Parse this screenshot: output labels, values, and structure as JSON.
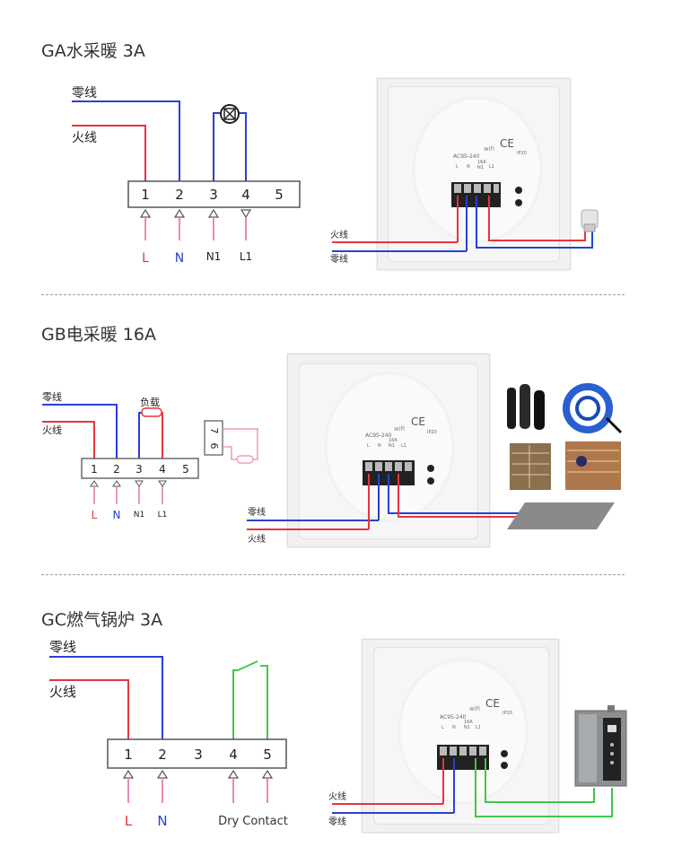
{
  "sections": [
    {
      "id": "ga",
      "title": "GA水采暖 3A",
      "wire_labels": {
        "neutral": "零线",
        "live": "火线"
      },
      "terminals": [
        "1",
        "2",
        "3",
        "4",
        "5"
      ],
      "bottom_labels": [
        "L",
        "N",
        "N1",
        "L1"
      ],
      "device_wire_labels": {
        "live": "火线",
        "neutral": "零线"
      },
      "device_text": {
        "voltage": "AC95-240",
        "wifi": "wifi",
        "ce": "CE",
        "ip": "IP20",
        "terms": [
          "L",
          "N",
          "N1",
          "L1"
        ],
        "amp": "16A"
      }
    },
    {
      "id": "gb",
      "title": "GB电采暖 16A",
      "wire_labels": {
        "neutral": "零线",
        "live": "火线",
        "load": "负载"
      },
      "terminals": [
        "1",
        "2",
        "3",
        "4",
        "5"
      ],
      "bottom_labels": [
        "L",
        "N",
        "N1",
        "L1"
      ],
      "sensor_terminals": [
        "7",
        "6"
      ],
      "device_wire_labels": {
        "neutral": "零线",
        "live": "火线"
      },
      "device_text": {
        "voltage": "AC95-240",
        "wifi": "wifi",
        "ce": "CE",
        "ip": "IP20",
        "terms": [
          "L",
          "N",
          "N1",
          "L1"
        ],
        "amp": "16A"
      }
    },
    {
      "id": "gc",
      "title": "GC燃气锅炉 3A",
      "wire_labels": {
        "neutral": "零线",
        "live": "火线"
      },
      "terminals": [
        "1",
        "2",
        "3",
        "4",
        "5"
      ],
      "bottom_labels": [
        "L",
        "N",
        "Dry Contact"
      ],
      "device_wire_labels": {
        "live": "火线",
        "neutral": "零线"
      },
      "device_text": {
        "voltage": "AC95-240",
        "wifi": "wifi",
        "ce": "CE",
        "ip": "IP20",
        "terms": [
          "L",
          "N",
          "N1",
          "L1"
        ],
        "amp": "16A"
      }
    }
  ],
  "colors": {
    "live": "#e8343c",
    "neutral": "#2a3fd6",
    "dry": "#3ec84a",
    "pink": "#e88ab8",
    "terminal": "#555555"
  },
  "icons": [
    "valve-actuator-icon",
    "wall-thermostat-device",
    "heating-film-rolls-photo",
    "heating-cable-coil-photo",
    "gas-boiler-icon"
  ]
}
